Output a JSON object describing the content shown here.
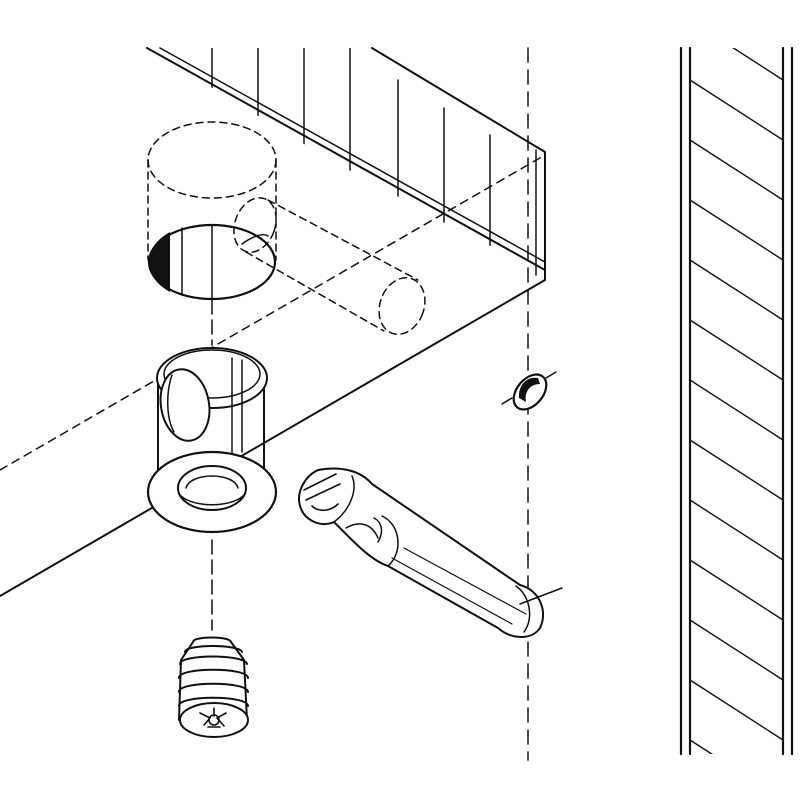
{
  "diagram": {
    "colors": {
      "line": "#111111",
      "background": "#ffffff",
      "hatch": "#222222"
    },
    "parts": [
      "panel-board",
      "cam-housing-drill-hole",
      "dowel-drill-hole",
      "cam-housing",
      "grub-screw",
      "connector-bolt",
      "side-panel",
      "bolt-hole"
    ],
    "icons": [
      "cross-recess-icon",
      "slot-head-icon"
    ]
  }
}
